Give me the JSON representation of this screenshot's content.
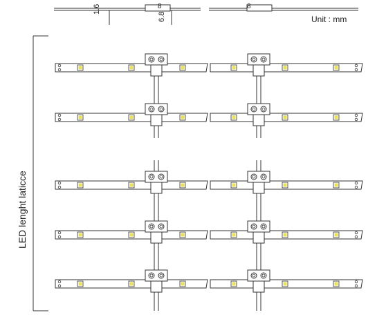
{
  "labels": {
    "dim_thickness": "1.6",
    "dim_width": "6.8",
    "dim_connector_a": "8",
    "dim_connector_b": "8",
    "unit": "Unit : mm",
    "side_label": "LED lenght laticce"
  },
  "lattice": {
    "columns": 2,
    "rows": 5,
    "leds_per_strip": 3
  }
}
